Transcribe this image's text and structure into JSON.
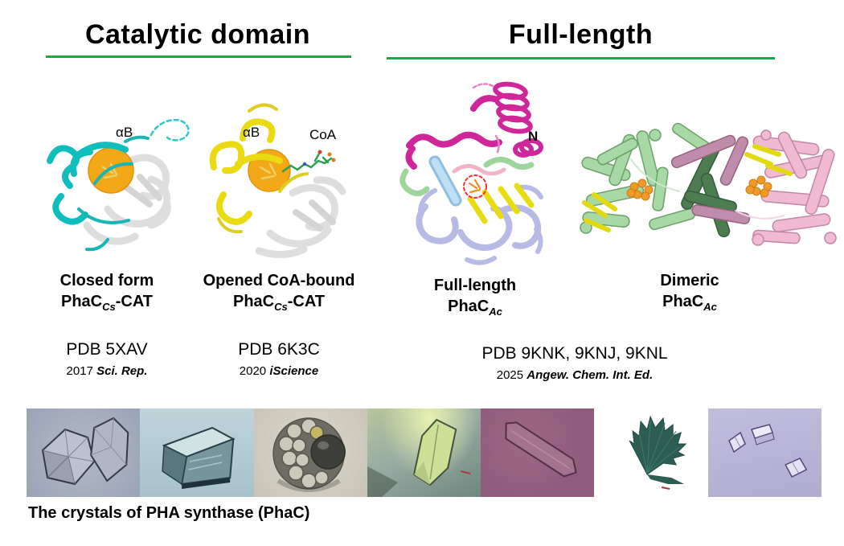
{
  "headers": {
    "left": {
      "title": "Catalytic domain",
      "underline_color": "#1fa83a"
    },
    "right": {
      "title": "Full-length",
      "underline_color": "#00b24d"
    }
  },
  "structures": [
    {
      "caption_line1": "Closed form",
      "caption_protein": "PhaC",
      "caption_subscript": "Cs",
      "caption_suffix": "-CAT",
      "alphaB_label": "αB",
      "ribbon_colors": [
        "#10bdbd",
        "#dedede"
      ],
      "highlight_color": "#f3a40c"
    },
    {
      "caption_line1": "Opened CoA-bound",
      "caption_protein": "PhaC",
      "caption_subscript": "Cs",
      "caption_suffix": "-CAT",
      "alphaB_label": "αB",
      "coa_label": "CoA",
      "ribbon_colors": [
        "#e9da12",
        "#dedede"
      ],
      "highlight_color": "#f3a40c"
    },
    {
      "caption_line1": "Full-length",
      "caption_protein": "PhaC",
      "caption_subscript": "Ac",
      "caption_suffix": "",
      "n_terminus_label": "N",
      "ribbon_colors": [
        "#cf2699",
        "#9fd49b",
        "#b7bae4",
        "#e9dc10",
        "#a9d4ee"
      ],
      "active_site_circle_color": "#f23030"
    },
    {
      "caption_line1": "Dimeric",
      "caption_protein": "PhaC",
      "caption_subscript": "Ac",
      "caption_suffix": "",
      "ribbon_colors": [
        "#a8d8a6",
        "#4d7c50",
        "#f0bad2",
        "#bf8cab",
        "#e3d90f"
      ],
      "ligand_color": "#f09a28"
    }
  ],
  "pdb_entries": [
    {
      "pdb_code": "PDB 5XAV",
      "year": "2017",
      "journal": "Sci. Rep."
    },
    {
      "pdb_code": "PDB 6K3C",
      "year": "2020",
      "journal": "iScience"
    },
    {
      "pdb_code": "PDB 9KNK, 9KNJ, 9KNL",
      "year": "2025",
      "journal": "Angew. Chem. Int. Ed."
    }
  ],
  "crystals": {
    "caption": "The crystals of PHA synthase (PhaC)",
    "photos": [
      {
        "desc": "two faceted hexagonal crystals",
        "bg": "#a9b1c3"
      },
      {
        "desc": "rectangular prism crystal",
        "bg": "#b2cbd0"
      },
      {
        "desc": "spherical crystal cluster",
        "bg": "#d3cfc2"
      },
      {
        "desc": "green hexagonal rod crystal",
        "bg": "#a4b79f"
      },
      {
        "desc": "elongated rod crystal",
        "bg": "#95607f"
      },
      {
        "desc": "fan-shaped needle cluster",
        "bg": "#84bcae"
      },
      {
        "desc": "small block crystals",
        "bg": "#b9b5d7"
      }
    ]
  }
}
